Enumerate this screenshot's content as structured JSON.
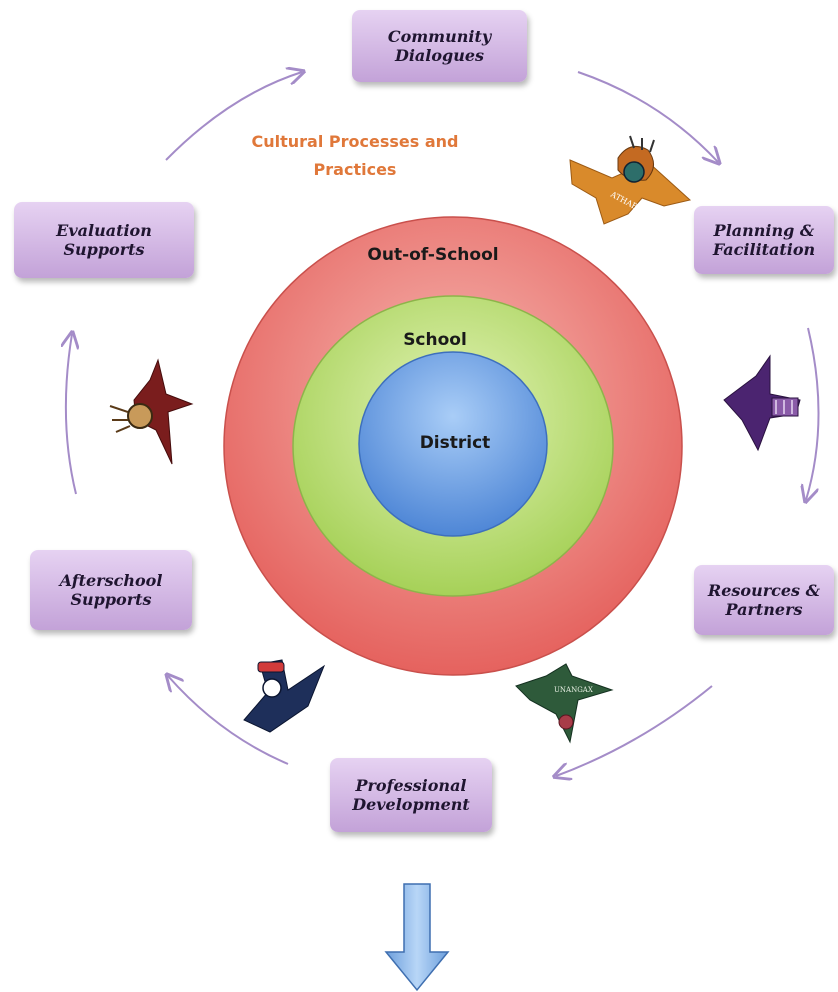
{
  "diagram": {
    "title_text": "Cultural Processes and\nPractices",
    "circles": {
      "outer": "Out-of-School",
      "middle": "School",
      "inner": "District"
    },
    "steps": [
      "Community\nDialogues",
      "Planning &\nFacilitation",
      "Resources &\nPartners",
      "Professional\nDevelopment",
      "Afterschool\nSupports",
      "Evaluation\nSupports"
    ],
    "bird_emblems": [
      {
        "icon": "athabascan-bird-icon",
        "text": "ATHABASCAN",
        "color": "#d98a2b"
      },
      {
        "icon": "purple-bird-icon",
        "color": "#4b2470"
      },
      {
        "icon": "unangax-bird-icon",
        "text": "UNANGAX",
        "color": "#2e5a3a"
      },
      {
        "icon": "navy-bird-icon",
        "color": "#1e2f5a"
      },
      {
        "icon": "red-bird-icon",
        "color": "#7a1d1d"
      }
    ],
    "colors": {
      "outer_ring": "#e8726e",
      "middle_ring": "#b5db6a",
      "inner_circle": "#6c9de0",
      "box_fill": "#d3b8e4",
      "cycle_arrow": "#a48cc8",
      "down_arrow": "#8fbbec",
      "accent_text": "#e0783a"
    }
  }
}
